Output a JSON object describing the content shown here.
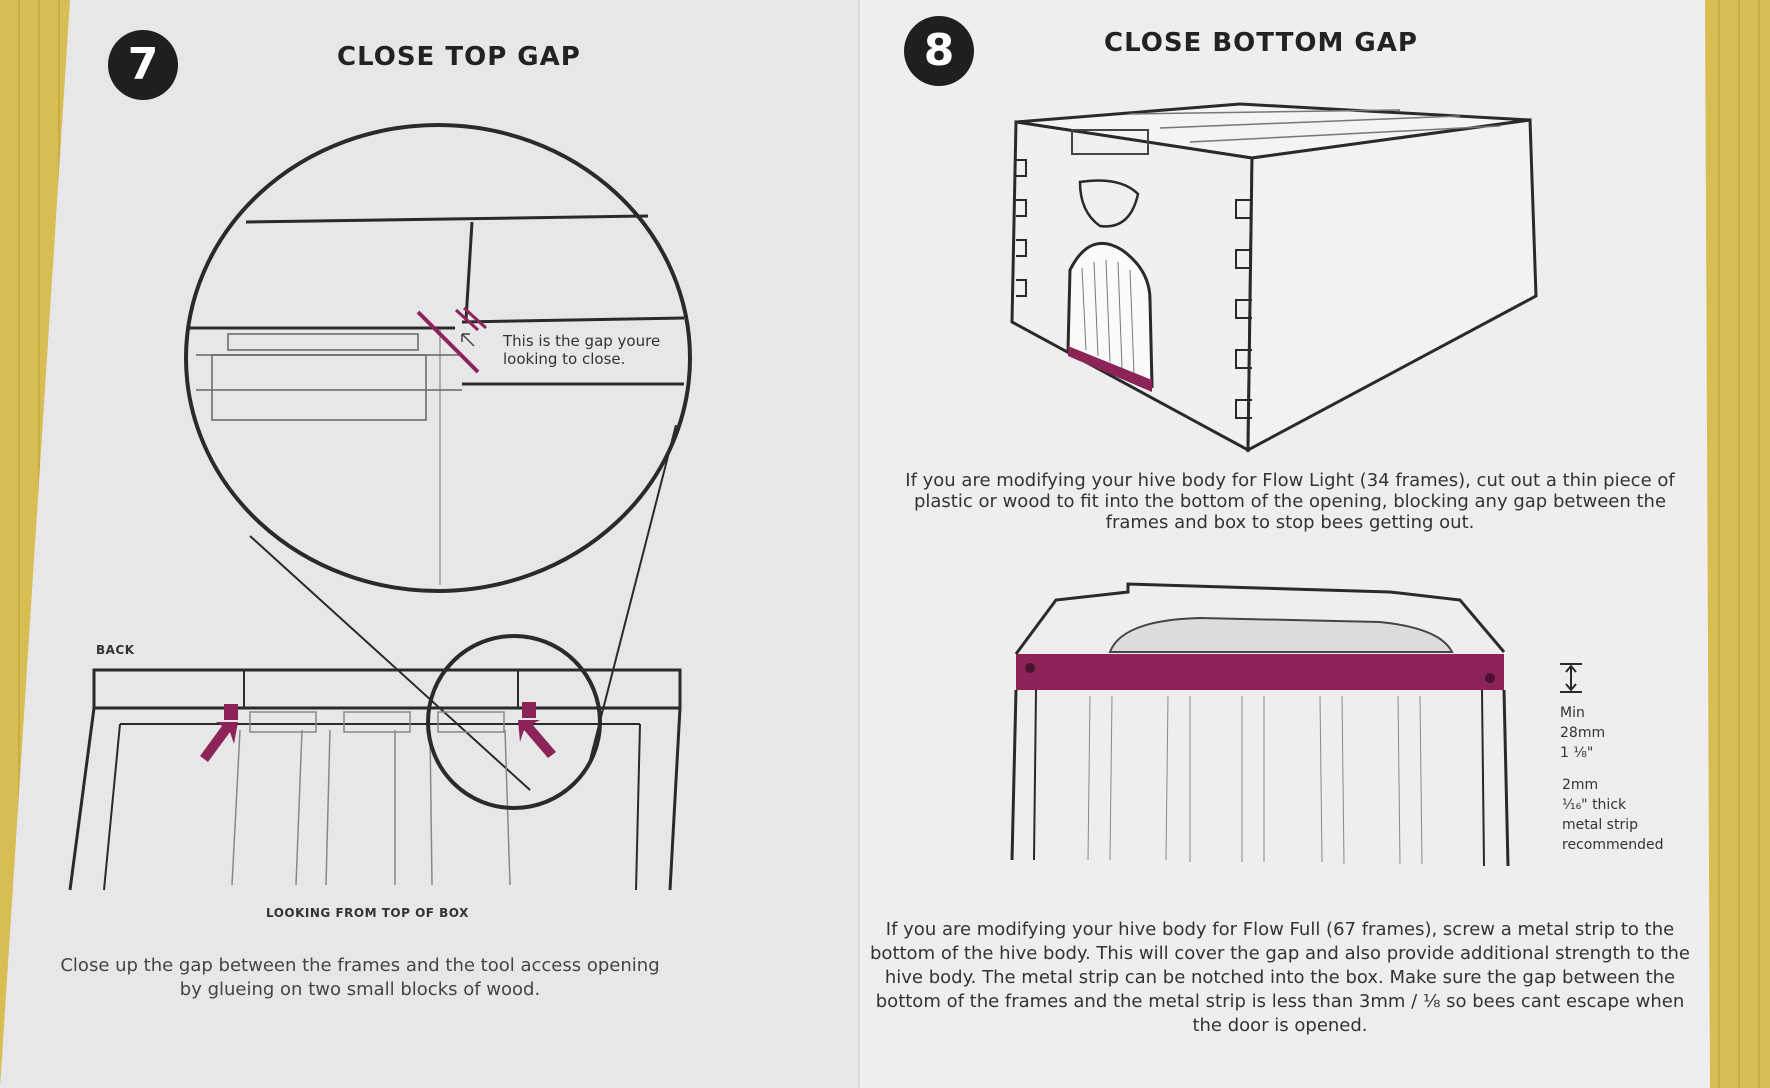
{
  "left_page": {
    "step_number": "7",
    "title": "CLOSE TOP GAP",
    "callout": "This is the gap youre looking to close.",
    "back_label": "BACK",
    "view_label": "LOOKING FROM TOP OF BOX",
    "caption": "Close up the gap between the frames and the tool access opening by glueing on two small blocks of wood."
  },
  "right_page": {
    "step_number": "8",
    "title": "CLOSE BOTTOM GAP",
    "caption_light": "If you are modifying your hive body for Flow Light (34 frames), cut out a thin piece of plastic or wood to fit into the bottom of the opening, blocking any gap between the frames and box to stop bees getting out.",
    "dim_min_label": "Min",
    "dim_min_mm": "28mm",
    "dim_min_in": "1 ⅛\"",
    "strip_mm": "2mm",
    "strip_in": "¹⁄₁₆\" thick",
    "strip_desc1": "metal strip",
    "strip_desc2": "recommended",
    "caption_full": "If you are modifying your hive body for Flow Full (67 frames), screw a metal strip to the bottom of the hive body. This will cover the gap and also provide additional strength to the hive body. The metal strip can be notched into the box. Make sure the gap between the bottom of the frames and the metal strip is less than 3mm / ⅛  so bees cant escape when the door is opened."
  },
  "colors": {
    "accent": "#8c2457",
    "ink": "#1f1f1f"
  }
}
